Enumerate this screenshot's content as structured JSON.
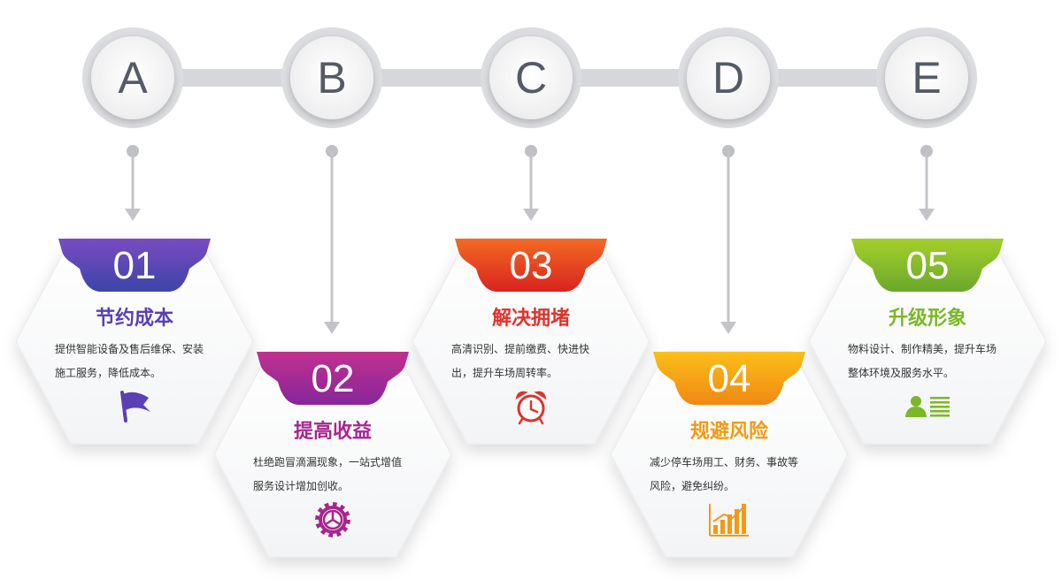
{
  "steps": [
    {
      "letter": "A",
      "number": "01",
      "title": "节约成本",
      "lines": [
        "提供智能设备及售后维保、安装",
        "施工服务，降低成本。"
      ],
      "icon": "flag-icon",
      "color": "#5b3fb4",
      "grad": [
        "#7a4bc2",
        "#3c45a8"
      ]
    },
    {
      "letter": "B",
      "number": "02",
      "title": "提高收益",
      "lines": [
        "杜绝跑冒滴漏现象，一站式增值",
        "服务设计增加创收。"
      ],
      "icon": "gear-icon",
      "color": "#a6268e",
      "grad": [
        "#c2318f",
        "#86269a"
      ]
    },
    {
      "letter": "C",
      "number": "03",
      "title": "解决拥堵",
      "lines": [
        "高清识别、提前缴费、快进快",
        "出，提升车场周转率。"
      ],
      "icon": "alarm-clock-icon",
      "color": "#e0322b",
      "grad": [
        "#f46a24",
        "#d8241f"
      ]
    },
    {
      "letter": "D",
      "number": "04",
      "title": "规避风险",
      "lines": [
        "减少停车场用工、财务、事故等",
        "风险，避免纠纷。"
      ],
      "icon": "bar-chart-icon",
      "color": "#f29a12",
      "grad": [
        "#fbbf1a",
        "#f08812"
      ]
    },
    {
      "letter": "E",
      "number": "05",
      "title": "升级形象",
      "lines": [
        "物料设计、制作精美，提升车场",
        "整体环境及服务水平。"
      ],
      "icon": "contact-card-icon",
      "color": "#7ab826",
      "grad": [
        "#a4cf2a",
        "#6aa82c"
      ]
    }
  ]
}
